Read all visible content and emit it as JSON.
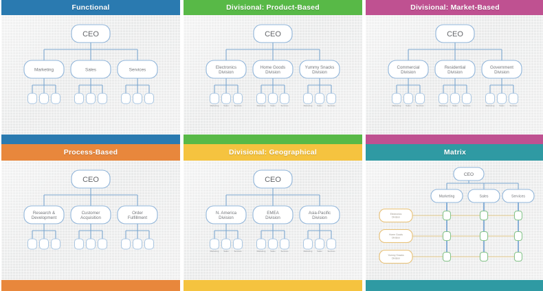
{
  "page": {
    "background": "#ffffff",
    "grid_columns": 3,
    "grid_rows": 2
  },
  "palette": {
    "blue": "#2a7ab0",
    "green": "#58b947",
    "magenta": "#bf5191",
    "orange": "#e8873c",
    "yellow": "#f5c33f",
    "teal": "#2f9aa3",
    "node_border": "#8fb4d9",
    "link": "#7ba7d0",
    "division_border": "#e7bf73",
    "cell_border": "#86c48b",
    "canvas_bg": "#eceded",
    "title_text": "#ffffff",
    "node_text": "#6f7175"
  },
  "panels": [
    {
      "id": "functional",
      "title": "Functional",
      "color": "#2a7ab0",
      "type": "tree",
      "root": "CEO",
      "branches": [
        {
          "label": "Marketing",
          "leaves": [
            "",
            "",
            ""
          ]
        },
        {
          "label": "Sales",
          "leaves": [
            "",
            "",
            ""
          ]
        },
        {
          "label": "Services",
          "leaves": [
            "",
            "",
            ""
          ]
        }
      ]
    },
    {
      "id": "divisional-product-based",
      "title": "Divisional: Product-Based",
      "color": "#58b947",
      "type": "tree",
      "root": "CEO",
      "branches": [
        {
          "label": "Electronics Division",
          "leaves": [
            "Marketing",
            "Sales",
            "Services"
          ]
        },
        {
          "label": "Home Goods Division",
          "leaves": [
            "Marketing",
            "Sales",
            "Services"
          ]
        },
        {
          "label": "Yummy Snacks Division",
          "leaves": [
            "Marketing",
            "Sales",
            "Services"
          ]
        }
      ]
    },
    {
      "id": "divisional-market-based",
      "title": "Divisional: Market-Based",
      "color": "#bf5191",
      "type": "tree",
      "root": "CEO",
      "branches": [
        {
          "label": "Commercial Division",
          "leaves": [
            "Marketing",
            "Sales",
            "Services"
          ]
        },
        {
          "label": "Residential Division",
          "leaves": [
            "Marketing",
            "Sales",
            "Services"
          ]
        },
        {
          "label": "Government Division",
          "leaves": [
            "Marketing",
            "Sales",
            "Services"
          ]
        }
      ]
    },
    {
      "id": "process-based",
      "title": "Process-Based",
      "color": "#e8873c",
      "type": "tree",
      "root": "CEO",
      "branches": [
        {
          "label": "Research & Development",
          "leaves": [
            "",
            "",
            ""
          ]
        },
        {
          "label": "Customer Acquisition",
          "leaves": [
            "",
            "",
            ""
          ]
        },
        {
          "label": "Order Fulfillment",
          "leaves": [
            "",
            "",
            ""
          ]
        }
      ]
    },
    {
      "id": "divisional-geographical",
      "title": "Divisional: Geographical",
      "color": "#f5c33f",
      "type": "tree",
      "root": "CEO",
      "branches": [
        {
          "label": "N. America Division",
          "leaves": [
            "Marketing",
            "Sales",
            "Services"
          ]
        },
        {
          "label": "EMEA Division",
          "leaves": [
            "Marketing",
            "Sales",
            "Services"
          ]
        },
        {
          "label": "Asia-Pacific Division",
          "leaves": [
            "Marketing",
            "Sales",
            "Services"
          ]
        }
      ]
    },
    {
      "id": "matrix",
      "title": "Matrix",
      "color": "#2f9aa3",
      "type": "matrix",
      "root": "CEO",
      "functions": [
        "Marketing",
        "Sales",
        "Services"
      ],
      "divisions": [
        "Electronics Division",
        "Home Goods Division",
        "Yummy Snacks Division"
      ],
      "cells": [
        [
          "",
          "",
          ""
        ],
        [
          "",
          "",
          ""
        ],
        [
          "",
          "",
          ""
        ]
      ]
    }
  ]
}
